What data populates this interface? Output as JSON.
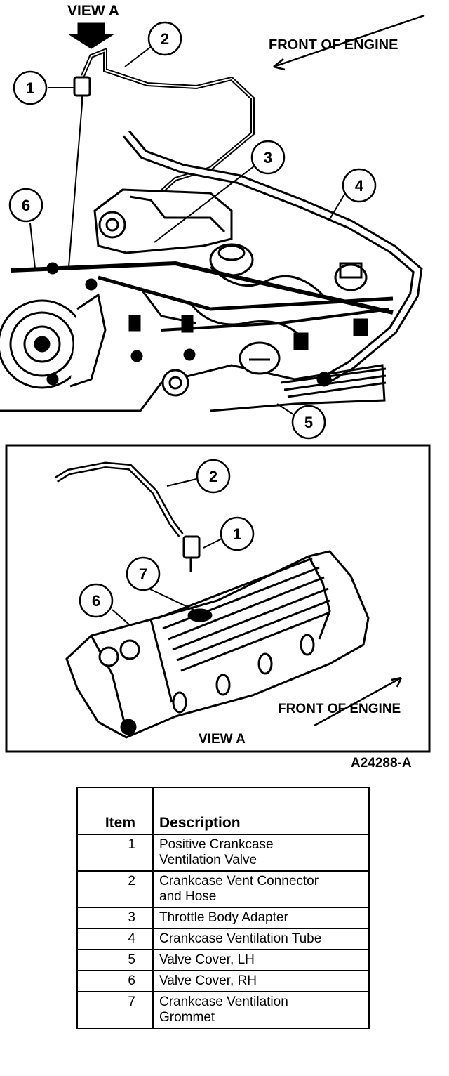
{
  "diagram": {
    "top_view_label": "VIEW A",
    "front_label": "FRONT OF ENGINE",
    "inset_front_label": "FRONT OF ENGINE",
    "inset_view_label": "VIEW A",
    "figure_id": "A24288-A",
    "callouts_top": [
      "1",
      "2",
      "3",
      "4",
      "5",
      "6"
    ],
    "callouts_inset": [
      "2",
      "1",
      "7",
      "6"
    ]
  },
  "legend": {
    "headers": {
      "item": "Item",
      "description": "Description"
    },
    "rows": [
      {
        "item": "1",
        "desc_line1": "Positive Crankcase",
        "desc_line2": "Ventilation Valve"
      },
      {
        "item": "2",
        "desc_line1": "Crankcase Vent Connector",
        "desc_line2": "and Hose"
      },
      {
        "item": "3",
        "desc_line1": "Throttle Body Adapter",
        "desc_line2": ""
      },
      {
        "item": "4",
        "desc_line1": "Crankcase Ventilation Tube",
        "desc_line2": ""
      },
      {
        "item": "5",
        "desc_line1": "Valve Cover, LH",
        "desc_line2": ""
      },
      {
        "item": "6",
        "desc_line1": "Valve Cover, RH",
        "desc_line2": ""
      },
      {
        "item": "7",
        "desc_line1": "Crankcase Ventilation",
        "desc_line2": "Grommet"
      }
    ]
  }
}
